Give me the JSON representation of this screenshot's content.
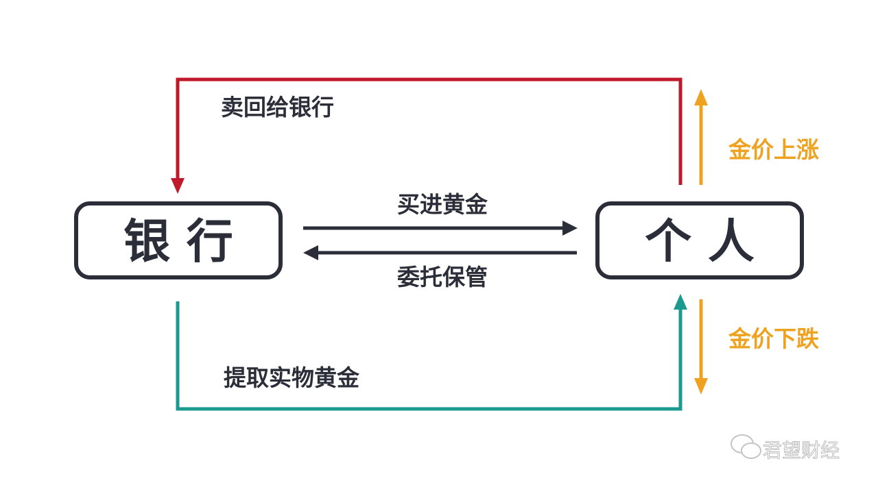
{
  "nodes": {
    "bank": "银 行",
    "person": "个 人"
  },
  "edges": {
    "buy_gold": "买进黄金",
    "custody": "委托保管",
    "sell_back": "卖回给银行",
    "withdraw_physical": "提取实物黄金"
  },
  "price": {
    "up": "金价上涨",
    "down": "金价下跌"
  },
  "watermark": "君望财经",
  "colors": {
    "dark": "#2b2e38",
    "red": "#c0192b",
    "teal": "#1b9a90",
    "orange": "#eea21f",
    "watermark": "#c8c8c8"
  }
}
